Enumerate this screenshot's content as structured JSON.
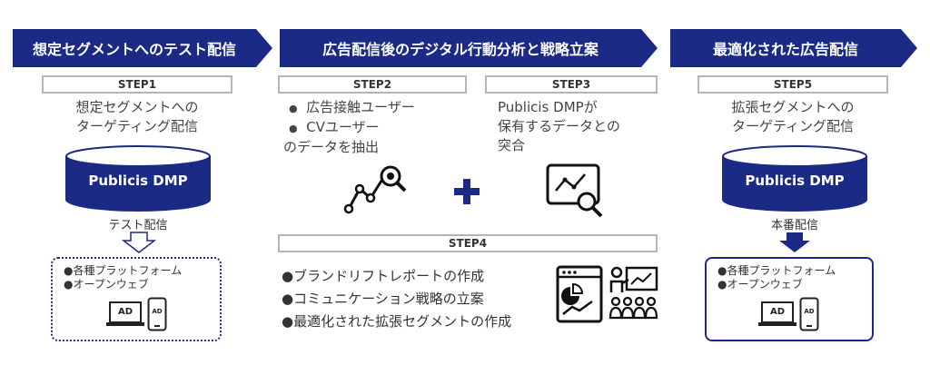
{
  "colors": {
    "navy": "#1b2a84",
    "gray_border": "#b5b5b5",
    "text": "#333333"
  },
  "banners": [
    {
      "title": "想定セグメントへのテスト配信"
    },
    {
      "title": "広告配信後のデジタル行動分析と戦略立案"
    },
    {
      "title": "最適化された広告配信"
    }
  ],
  "step1": {
    "label": "STEP1",
    "desc": [
      "想定セグメントへの",
      "ターゲティング配信"
    ],
    "db_label": "Publicis DMP",
    "caption": "テスト配信",
    "platforms": [
      "●各種プラットフォーム",
      "●オープンウェブ"
    ],
    "ad_badge": "AD"
  },
  "step2": {
    "label": "STEP2",
    "bullets": [
      "広告接触ユーザー",
      "CVユーザー"
    ],
    "tail": "のデータを抽出",
    "icon": "analytics-search-icon"
  },
  "plus": "+",
  "step3": {
    "label": "STEP3",
    "desc": [
      "Publicis DMPが",
      "保有するデータとの",
      "突合"
    ],
    "icon": "chart-magnifier-icon"
  },
  "step4": {
    "label": "STEP4",
    "items": [
      "●ブランドリフトレポートの作成",
      "●コミュニケーション戦略の立案",
      "●最適化された拡張セグメントの作成"
    ],
    "icons": [
      "dashboard-report-icon",
      "presentation-audience-icon"
    ]
  },
  "step5": {
    "label": "STEP5",
    "desc": [
      "拡張セグメントへの",
      "ターゲティング配信"
    ],
    "db_label": "Publicis DMP",
    "caption": "本番配信",
    "platforms": [
      "●各種プラットフォーム",
      "●オープンウェブ"
    ],
    "ad_badge": "AD"
  }
}
